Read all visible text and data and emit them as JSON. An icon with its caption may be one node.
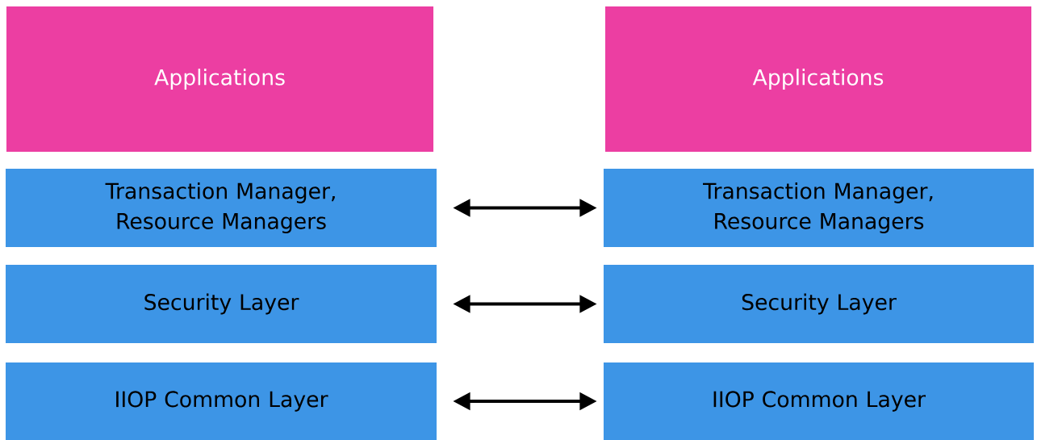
{
  "diagram": {
    "nodes": [
      {
        "text": [
          "Applications"
        ]
      },
      {
        "text": [
          "Applications"
        ]
      },
      {
        "text": [
          "Transaction Manager, Resource Managers"
        ]
      },
      {
        "text": [
          "Transaction Manager, Resource Managers"
        ]
      },
      {
        "text": [
          "Security Layer"
        ]
      },
      {
        "text": [
          "Security Layer"
        ]
      },
      {
        "text": [
          "IIOP Common Layer"
        ]
      },
      {
        "text": [
          "IIOP Common Layer"
        ]
      }
    ],
    "edges": [
      {
        "from": 2,
        "to": 3,
        "arrow": "both"
      },
      {
        "from": 4,
        "to": 5,
        "arrow": "both"
      },
      {
        "from": 6,
        "to": 7,
        "arrow": "both"
      }
    ]
  }
}
